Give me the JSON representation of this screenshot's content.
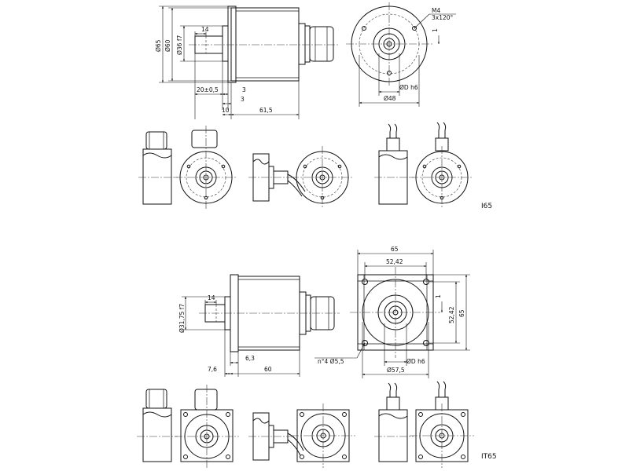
{
  "i65": {
    "label": "I65",
    "dims": {
      "d65": "Ø65",
      "d60": "Ø60",
      "d36": "Ø36 f7",
      "w14": "14",
      "d20": "20±0,5",
      "w3a": "3",
      "w3b": "3",
      "w10": "10",
      "w615": "61,5",
      "m4": "M4",
      "m4b": "3x120°",
      "dD": "ØD h6",
      "d48": "Ø48",
      "one": "1"
    }
  },
  "it65": {
    "label": "IT65",
    "dims": {
      "d3175": "Ø31,75 f7",
      "w14": "14",
      "w76": "7,6",
      "w63": "6,3",
      "w60": "60",
      "w65top": "65",
      "w5242top": "52,42",
      "h5242": "52,42",
      "h65": "65",
      "one": "1",
      "holes": "n°4 Ø5,5",
      "dD": "ØD h6",
      "d575": "Ø57,5"
    }
  }
}
